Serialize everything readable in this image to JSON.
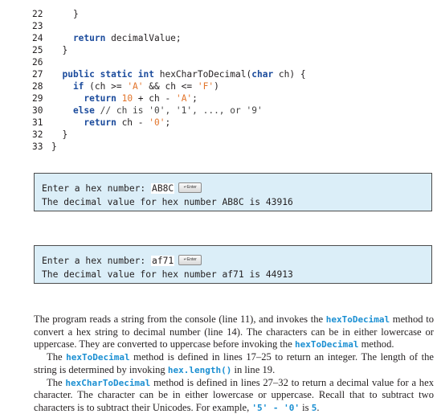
{
  "code_lines": [
    {
      "num": "22",
      "text": "    }"
    },
    {
      "num": "23",
      "text": ""
    },
    {
      "num": "24",
      "text": "    return decimalValue;"
    },
    {
      "num": "25",
      "text": "  }"
    },
    {
      "num": "26",
      "text": ""
    },
    {
      "num": "27",
      "text": "  public static int hexCharToDecimal(char ch) {"
    },
    {
      "num": "28",
      "text": "    if (ch >= 'A' && ch <= 'F')"
    },
    {
      "num": "29",
      "text": "      return 10 + ch - 'A';"
    },
    {
      "num": "30",
      "text": "    else // ch is '0', '1', ..., or '9'"
    },
    {
      "num": "31",
      "text": "      return ch - '0';"
    },
    {
      "num": "32",
      "text": "  }"
    },
    {
      "num": "33",
      "text": "}"
    }
  ],
  "console1": {
    "prompt": "Enter a hex number: ",
    "input": "AB8C",
    "enter_key": "↵Enter",
    "output": "The decimal value for hex number AB8C is 43916"
  },
  "console2": {
    "prompt": "Enter a hex number: ",
    "input": "af71",
    "enter_key": "↵Enter",
    "output": "The decimal value for hex number af71 is 44913"
  },
  "prose": {
    "p1_a": "The program reads a string from the console (line 11), and invokes the ",
    "p1_code1": "hexToDecimal",
    "p1_b": " method to convert a hex string to decimal number (line 14). The characters can be in either lowercase or uppercase. They are converted to uppercase before invoking the ",
    "p1_code2": "hexToDecimal",
    "p1_c": " method.",
    "p2_a": "The ",
    "p2_code1": "hexToDecimal",
    "p2_b": " method is defined in lines 17–25 to return an integer. The length of the string is determined by invoking ",
    "p2_code2": "hex.length()",
    "p2_c": " in line 19.",
    "p3_a": "The ",
    "p3_code1": "hexCharToDecimal",
    "p3_b": " method is defined in lines 27–32 to return a decimal value for a hex character. The character can be in either lowercase or uppercase. Recall that to subtract two characters is to subtract their Unicodes. For example, ",
    "p3_code2": "'5' - '0'",
    "p3_c": " is ",
    "p3_code3": "5",
    "p3_d": "."
  }
}
